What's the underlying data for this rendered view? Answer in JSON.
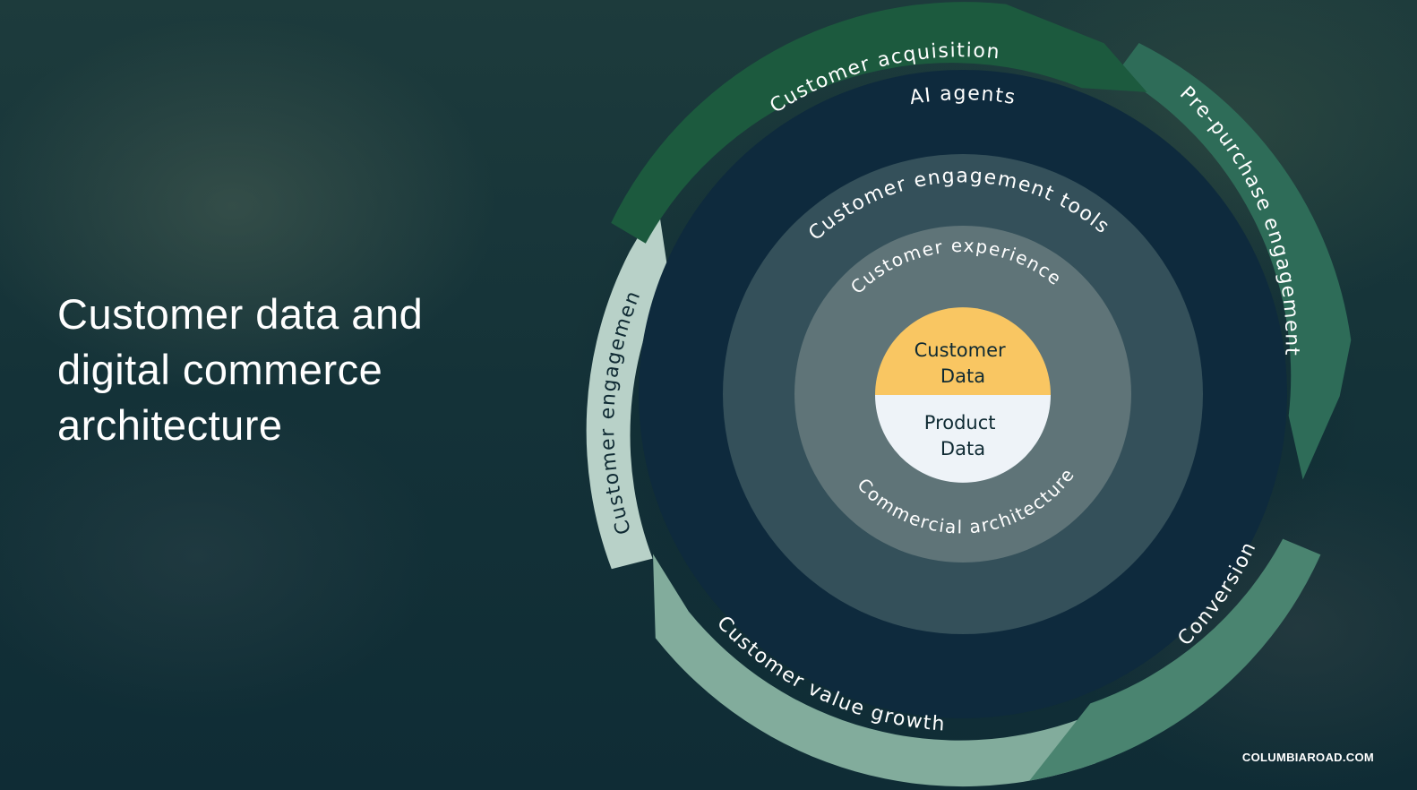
{
  "slide": {
    "title": "Customer data and\ndigital commerce\narchitecture",
    "footer": "COLUMBIAROAD.COM"
  },
  "diagram": {
    "core": {
      "top_line1": "Customer",
      "top_line2": "Data",
      "bottom_line1": "Product",
      "bottom_line2": "Data"
    },
    "rings": {
      "customer_experience": "Customer experience",
      "commercial_architecture": "Commercial architecture",
      "customer_engagement_tools": "Customer engagement tools",
      "ai_agents": "AI agents"
    },
    "cycle": {
      "customer_acquisition": "Customer acquisition",
      "pre_purchase_engagement": "Pre-purchase engagement",
      "conversion": "Conversion",
      "customer_value_growth": "Customer value growth",
      "customer_engagement": "Customer engagement"
    },
    "colors": {
      "customer_data": "#f9c662",
      "product_data": "#eef3f8",
      "customer_experience_ring": "#5f7478",
      "engagement_tools_ring": "#34505a",
      "ai_agents_ring": "#0e2a3d",
      "acquisition_arc": "#1c5a3e",
      "pre_purchase_arc": "#2e6c58",
      "conversion_arc": "#4a8470",
      "value_growth_arc": "#82ac9c",
      "engagement_arc": "#b8d1c8"
    }
  }
}
